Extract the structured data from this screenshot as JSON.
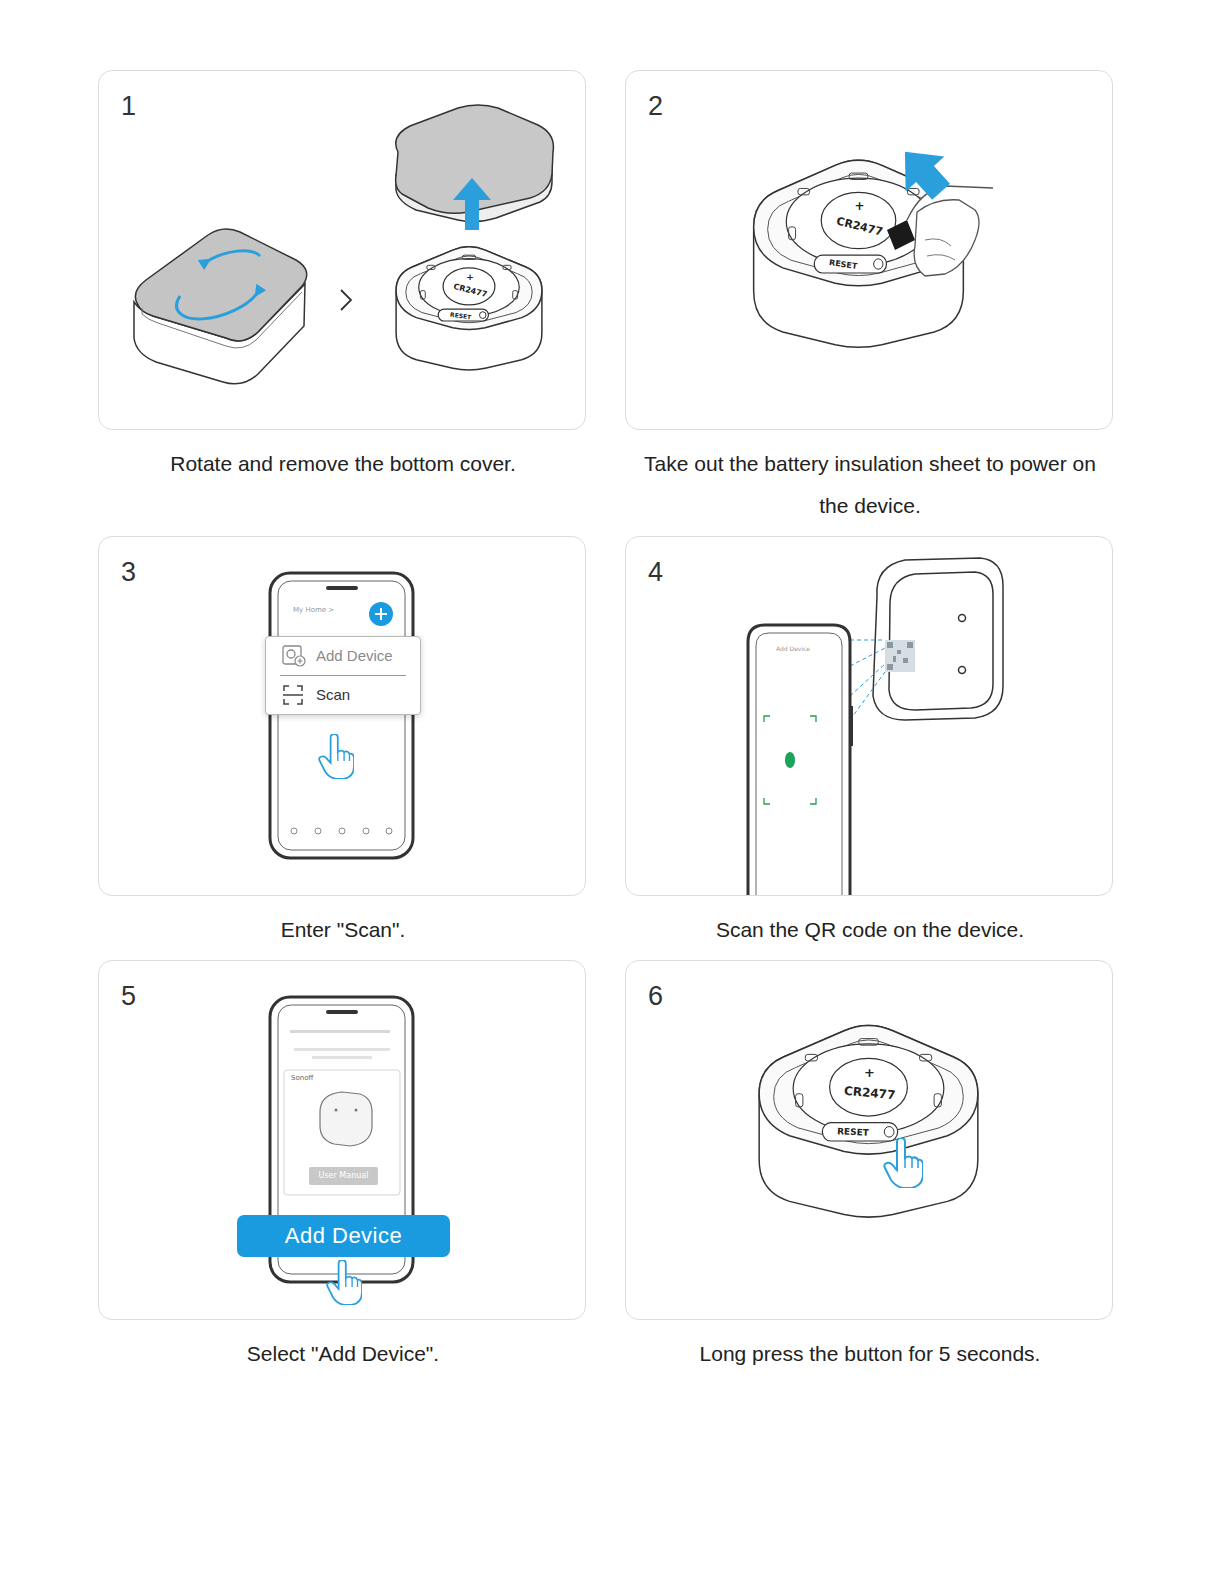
{
  "diagram": {
    "nodes": [
      {
        "text": [
          "1",
          "Rotate and remove the bottom cover."
        ]
      },
      {
        "text": [
          "2",
          "Take out the battery insulation sheet to power on the device."
        ]
      },
      {
        "text": [
          "3",
          "Enter \"Scan\"."
        ]
      },
      {
        "text": [
          "Add Device",
          "Scan"
        ],
        "in": 2
      },
      {
        "text": [
          "4",
          "Scan the QR code on the device."
        ]
      },
      {
        "text": [
          "5",
          "Select \"Add Device\"."
        ]
      },
      {
        "text": [
          "Add Device"
        ],
        "in": 5
      },
      {
        "text": [
          "6",
          "Long press the button for 5 seconds."
        ]
      }
    ],
    "labels": [
      "CR2477",
      "RESET",
      "+",
      "CR2477",
      "RESET",
      "+",
      "My Home >",
      "Add Device",
      "Sonoff",
      "User Manual",
      "CR2477",
      "RESET",
      "+"
    ]
  }
}
